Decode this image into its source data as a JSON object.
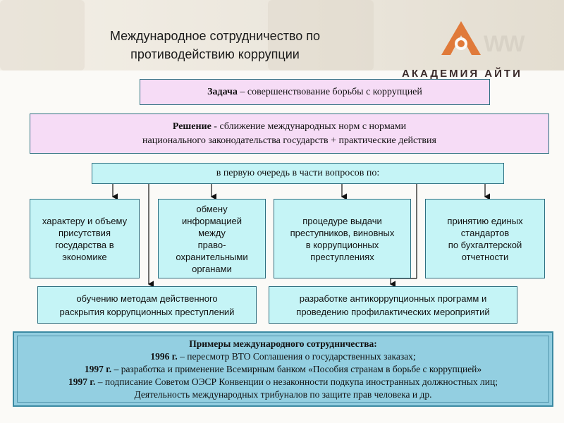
{
  "header": {
    "title_line1": "Международное сотрудничество по",
    "title_line2": "противодействию коррупции",
    "logo_text": "АКАДЕМИЯ АЙТИ",
    "logo_watermark": "WW",
    "logo_color": "#e07a3a"
  },
  "task": {
    "label": "Задача",
    "text": " – совершенствование борьбы с коррупцией"
  },
  "solution": {
    "label": "Решение",
    "text_line1": " - сближение международных норм с нормами",
    "text_line2": "национального законодательства государств + практические действия"
  },
  "first_priority": "в первую очередь в части вопросов по:",
  "items": [
    {
      "lines": [
        "характеру и объему",
        "присутствия",
        "государства в",
        "экономике"
      ]
    },
    {
      "lines": [
        "обмену",
        "информацией",
        "между",
        "право-",
        "охранительными",
        "органами"
      ]
    },
    {
      "lines": [
        "процедуре выдачи",
        "преступников, виновных",
        "в коррупционных",
        "преступлениях"
      ]
    },
    {
      "lines": [
        "принятию единых",
        "стандартов",
        "по бухгалтерской",
        "отчетности"
      ]
    }
  ],
  "items_row2": [
    {
      "lines": [
        "обучению методам действенного",
        "раскрытия коррупционных преступлений"
      ]
    },
    {
      "lines": [
        "разработке антикоррупционных программ и",
        "проведению профилактических мероприятий"
      ]
    }
  ],
  "examples": {
    "title": "Примеры международного сотрудничества:",
    "rows": [
      {
        "year": "1996 г.",
        "text": " – пересмотр ВТО Соглашения о государственных заказах;"
      },
      {
        "year": "1997 г.",
        "text": " – разработка и применение Всемирным банком «Пособия странам в борьбе с коррупцией»"
      },
      {
        "year": "1997 г.",
        "text": " – подписание Советом ОЭСР Конвенции о незаконности подкупа иностранных должностных лиц;"
      },
      {
        "year": "",
        "text": "Деятельность международных трибуналов по защите прав человека и др."
      }
    ]
  },
  "colors": {
    "pink": "#f6dcf6",
    "cyan": "#c5f4f6",
    "examples_bg": "#92cde0",
    "border": "#2e6f80"
  }
}
